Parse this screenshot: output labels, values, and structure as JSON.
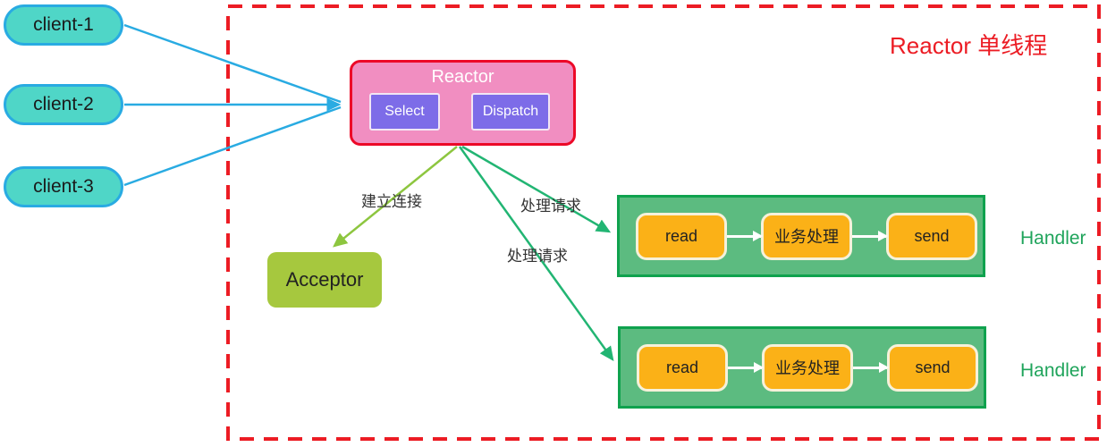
{
  "region": {
    "label": "Reactor 单线程"
  },
  "clients": [
    {
      "label": "client-1"
    },
    {
      "label": "client-2"
    },
    {
      "label": "client-3"
    }
  ],
  "reactor": {
    "title": "Reactor",
    "select_label": "Select",
    "dispatch_label": "Dispatch"
  },
  "acceptor": {
    "label": "Acceptor"
  },
  "edges": {
    "establish_label": "建立连接",
    "handle_label_1": "处理请求",
    "handle_label_2": "处理请求"
  },
  "handlers": [
    {
      "label": "Handler",
      "steps": [
        "read",
        "业务处理",
        "send"
      ]
    },
    {
      "label": "Handler",
      "steps": [
        "read",
        "业务处理",
        "send"
      ]
    }
  ],
  "colors": {
    "client_fill": "#4FD6C7",
    "client_border": "#29ABE2",
    "reactor_fill": "#F18EC1",
    "reactor_border": "#EC0928",
    "select_dispatch_fill": "#7D6CE8",
    "acceptor_fill": "#A6C83E",
    "handler_fill": "#5CBB80",
    "handler_border": "#0FA24E",
    "step_fill": "#FBB117",
    "arrow_blue": "#29ABE2",
    "arrow_green": "#22B573",
    "arrow_lightgreen": "#8DC63F",
    "boundary_red": "#EC1C24",
    "handler_text_green": "#1FA45B"
  }
}
